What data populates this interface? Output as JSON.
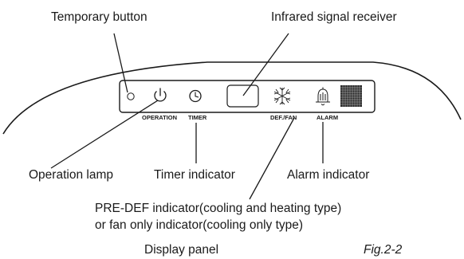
{
  "labels": {
    "temporary_button": "Temporary button",
    "infrared_receiver": "Infrared signal receiver",
    "operation_lamp": "Operation lamp",
    "timer_indicator": "Timer indicator",
    "alarm_indicator": "Alarm indicator",
    "predef_line1": "PRE-DEF indicator(cooling and heating type)",
    "predef_line2": "or fan only indicator(cooling only type)"
  },
  "panel": {
    "operation": "OPERATION",
    "timer": "TIMER",
    "def_fan": "DEF./FAN",
    "alarm": "ALARM"
  },
  "caption": "Display panel",
  "figure": "Fig.2-2",
  "icons": {
    "temporary_button": "circle-button-icon",
    "operation": "power-icon",
    "timer": "clock-icon",
    "def_fan": "snowflake-defrost-icon",
    "alarm": "bell-alarm-icon",
    "display": "dot-matrix-display-icon"
  }
}
